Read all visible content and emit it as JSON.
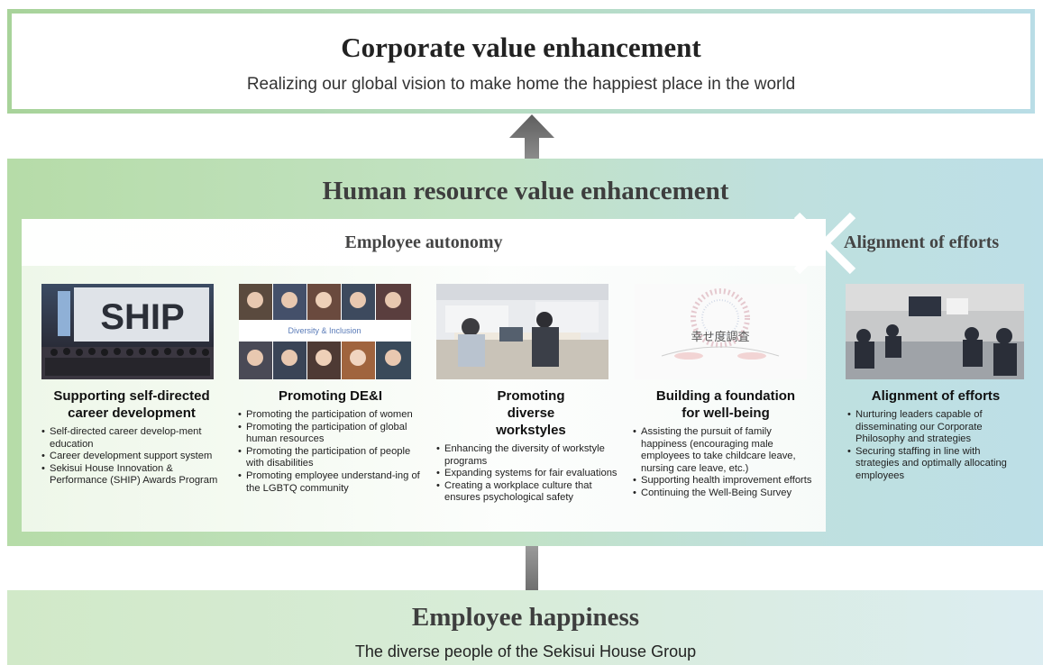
{
  "top": {
    "title": "Corporate value enhancement",
    "subtitle": "Realizing our global vision to make home the happiest place in the world"
  },
  "middle": {
    "title": "Human resource value enhancement",
    "autonomy_title": "Employee autonomy",
    "alignment_title": "Alignment of efforts"
  },
  "columns": [
    {
      "title": "Supporting self-directed career development",
      "photo_text": "SHIP",
      "items": [
        "Self-directed career develop-ment education",
        "Career development support system",
        "Sekisui House Innovation & Performance (SHIP) Awards Program"
      ]
    },
    {
      "title": "Promoting DE&I",
      "photo_text": "Diversity & Inclusion",
      "items": [
        "Promoting the participation of women",
        "Promoting the participation of global human resources",
        "Promoting the participation of people with disabilities",
        "Promoting employee understand-ing of the LGBTQ community"
      ]
    },
    {
      "title": "Promoting diverse workstyles",
      "items": [
        "Enhancing the diversity of workstyle programs",
        "Expanding systems for fair evaluations",
        "Creating a workplace culture that ensures psychological safety"
      ]
    },
    {
      "title": "Building a foundation for well-being",
      "photo_text": "幸せ度調査",
      "items": [
        "Assisting the pursuit of family happiness (encouraging male employees to take childcare leave, nursing care leave, etc.)",
        "Supporting health improvement efforts",
        "Continuing the Well-Being Survey"
      ]
    },
    {
      "title": "Alignment of efforts",
      "items": [
        "Nurturing leaders capable of disseminating our Corporate Philosophy and strategies",
        "Securing staffing in line with strategies and optimally allocating employees"
      ]
    }
  ],
  "bottom": {
    "title": "Employee happiness",
    "subtitle": "The diverse people of the Sekisui House Group"
  },
  "colors": {
    "green": "#a8d39a",
    "teal": "#bddfe7",
    "arrow": "#6e6e6e"
  }
}
